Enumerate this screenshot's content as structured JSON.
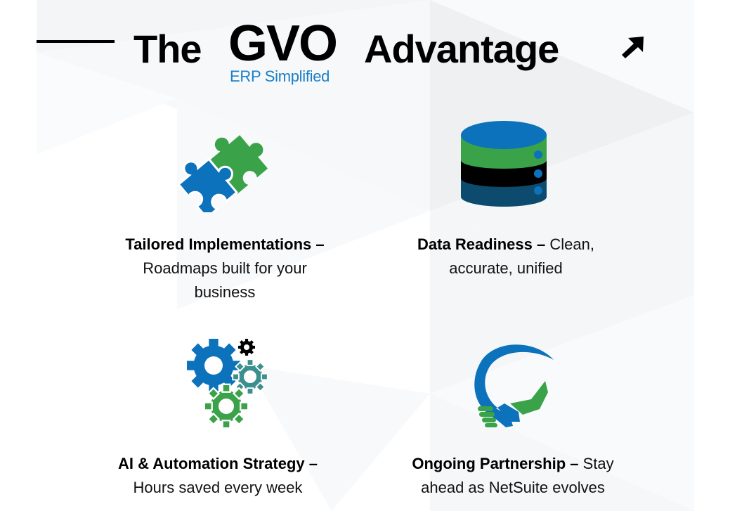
{
  "header": {
    "title_prefix": "The",
    "logo_text": "GVO",
    "logo_tagline": "ERP Simplified",
    "title_suffix": "Advantage",
    "arrow_icon": "arrow-up-right-icon"
  },
  "colors": {
    "text": "#000000",
    "brand_blue": "#1a7fc4",
    "icon_blue": "#0b72bb",
    "icon_green": "#3aa34a",
    "icon_teal": "#3b8f8f",
    "icon_navy": "#0d4b6e",
    "background_pattern": "#f2f4f6"
  },
  "features": [
    {
      "icon": "puzzle-icon",
      "title": "Tailored Implementations –",
      "description_line1": "Roadmaps built for your",
      "description_line2": "business"
    },
    {
      "icon": "database-icon",
      "title": "Data Readiness –",
      "description_inline": " Clean,",
      "description_line2": "accurate, unified"
    },
    {
      "icon": "gears-icon",
      "title": "AI & Automation Strategy –",
      "description_line1": "Hours saved every week"
    },
    {
      "icon": "handshake-icon",
      "title": "Ongoing Partnership –",
      "description_inline": " Stay",
      "description_line2": "ahead as NetSuite evolves"
    }
  ]
}
